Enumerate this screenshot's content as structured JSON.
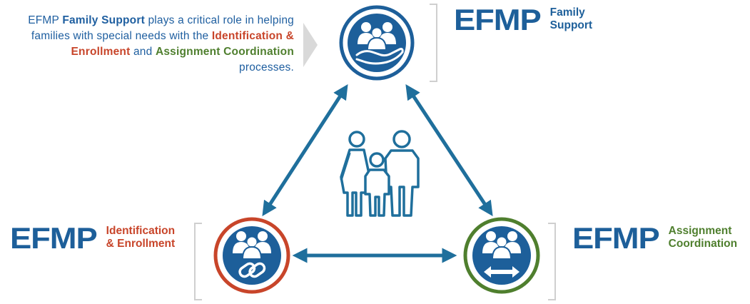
{
  "intro": {
    "p1": "EFMP ",
    "p2": "Family Support",
    "p3": " plays a critical role in helping families with special needs with the ",
    "p4": "Identification & Enrollment",
    "p5": " and ",
    "p6": "Assignment Coordination",
    "p7": " processes."
  },
  "nodes": {
    "family_support": {
      "brand": "EFMP",
      "line1": "Family",
      "line2": "Support",
      "color": "#1d5f9a"
    },
    "identification": {
      "brand": "EFMP",
      "line1": "Identification",
      "line2": "& Enrollment",
      "color": "#c8452a"
    },
    "assignment": {
      "brand": "EFMP",
      "line1": "Assignment",
      "line2": "Coordination",
      "color": "#4f7f2e"
    }
  },
  "colors": {
    "blue": "#1d5f9a",
    "arrow": "#1f6f9c",
    "red_ring": "#c8452a",
    "green_ring": "#4f7f2e",
    "gray_bracket": "#c8c8c8"
  },
  "icons": [
    "family-hand-icon",
    "family-chain-link-icon",
    "family-double-arrow-icon",
    "family-figure-icon"
  ]
}
